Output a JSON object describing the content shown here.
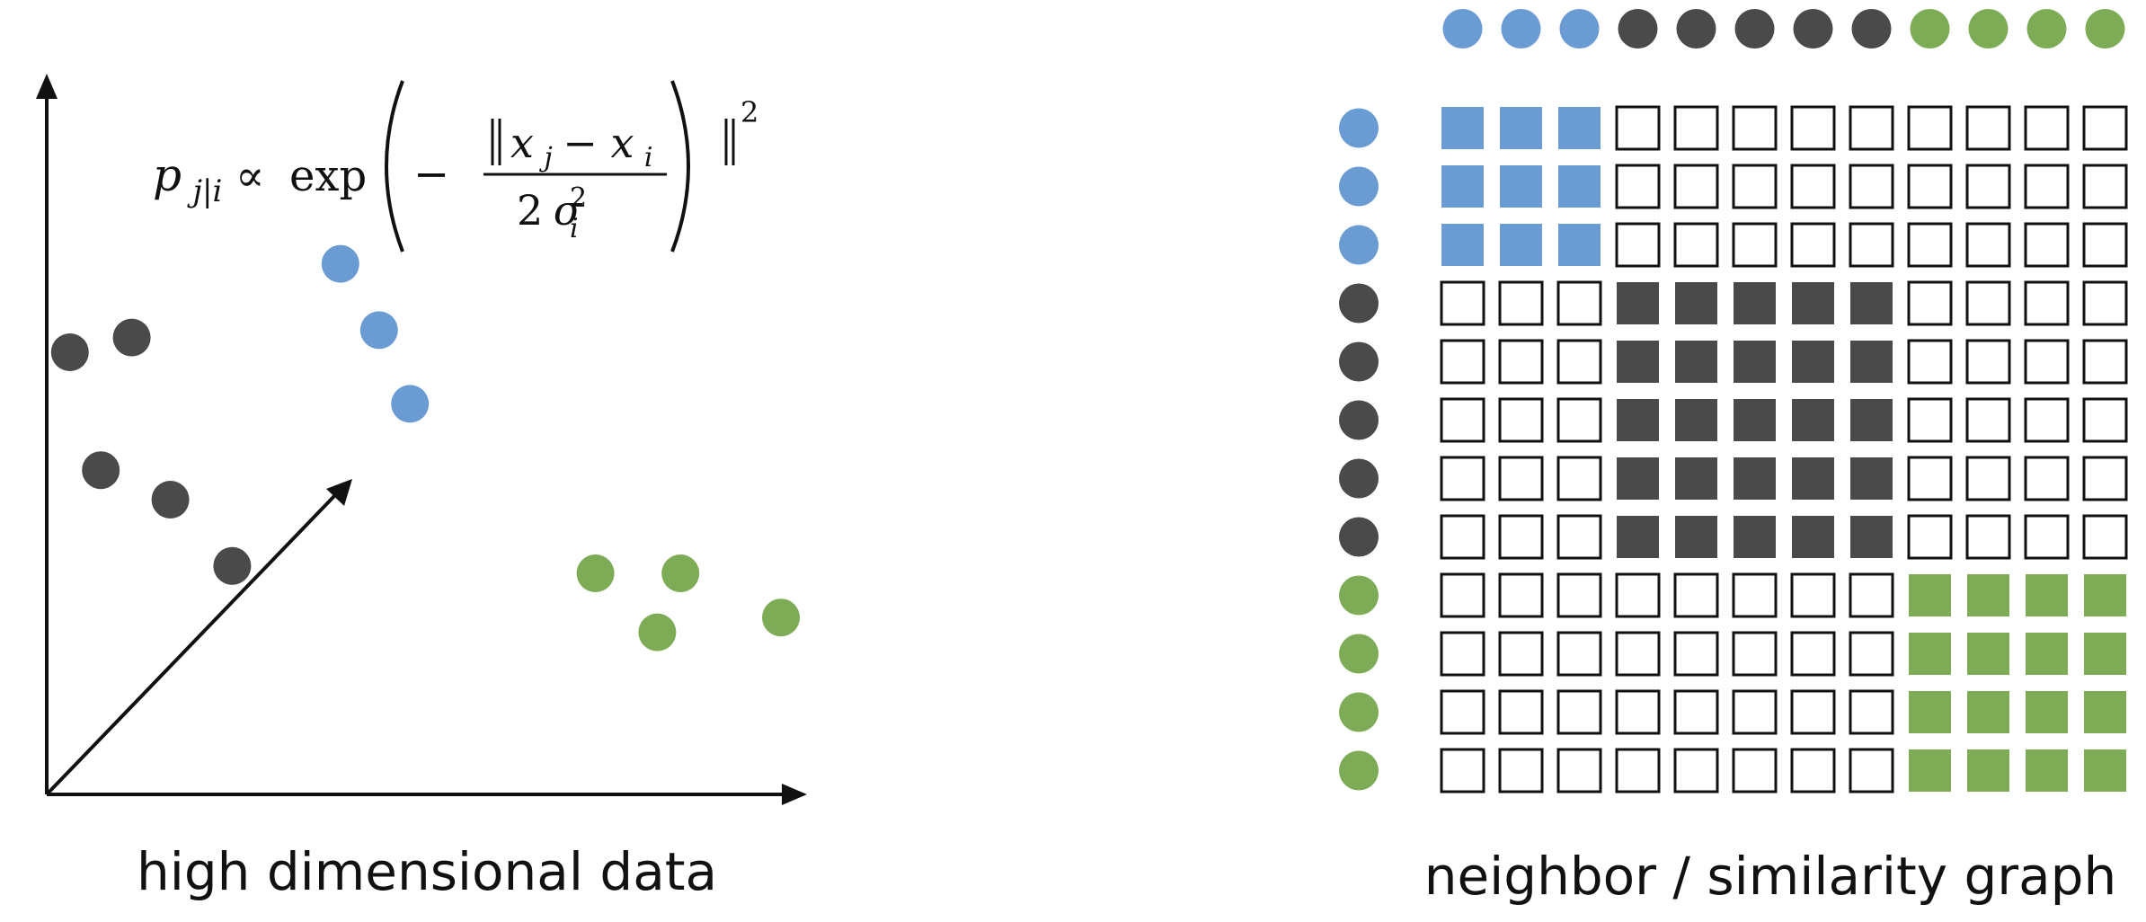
{
  "colors": {
    "blue": "#6a9bd3",
    "dark": "#4a4a4a",
    "green": "#7eac56",
    "axis": "#111111"
  },
  "scatter": {
    "caption": "high dimensional data",
    "formula": {
      "p": "p",
      "p_sub": "j|i",
      "propto": "∝",
      "exp": "exp",
      "minus": "−",
      "x1": "x",
      "x1_sub": "j",
      "between": " − ",
      "x2": "x",
      "x2_sub": "i",
      "sup": "2",
      "den_num": "2",
      "sigma": "σ",
      "sig_sub": "i",
      "sig_sup": "2"
    },
    "points": [
      {
        "group": "blue",
        "x": 0.38,
        "y": 0.72
      },
      {
        "group": "blue",
        "x": 0.43,
        "y": 0.63
      },
      {
        "group": "blue",
        "x": 0.47,
        "y": 0.53
      },
      {
        "group": "dark",
        "x": 0.03,
        "y": 0.6
      },
      {
        "group": "dark",
        "x": 0.11,
        "y": 0.62
      },
      {
        "group": "dark",
        "x": 0.07,
        "y": 0.44
      },
      {
        "group": "dark",
        "x": 0.16,
        "y": 0.4
      },
      {
        "group": "dark",
        "x": 0.24,
        "y": 0.31
      },
      {
        "group": "green",
        "x": 0.71,
        "y": 0.3
      },
      {
        "group": "green",
        "x": 0.82,
        "y": 0.3
      },
      {
        "group": "green",
        "x": 0.79,
        "y": 0.22
      },
      {
        "group": "green",
        "x": 0.95,
        "y": 0.24
      }
    ]
  },
  "graph": {
    "caption": "neighbor / similarity graph",
    "groups": [
      "blue",
      "blue",
      "blue",
      "dark",
      "dark",
      "dark",
      "dark",
      "dark",
      "green",
      "green",
      "green",
      "green"
    ]
  }
}
